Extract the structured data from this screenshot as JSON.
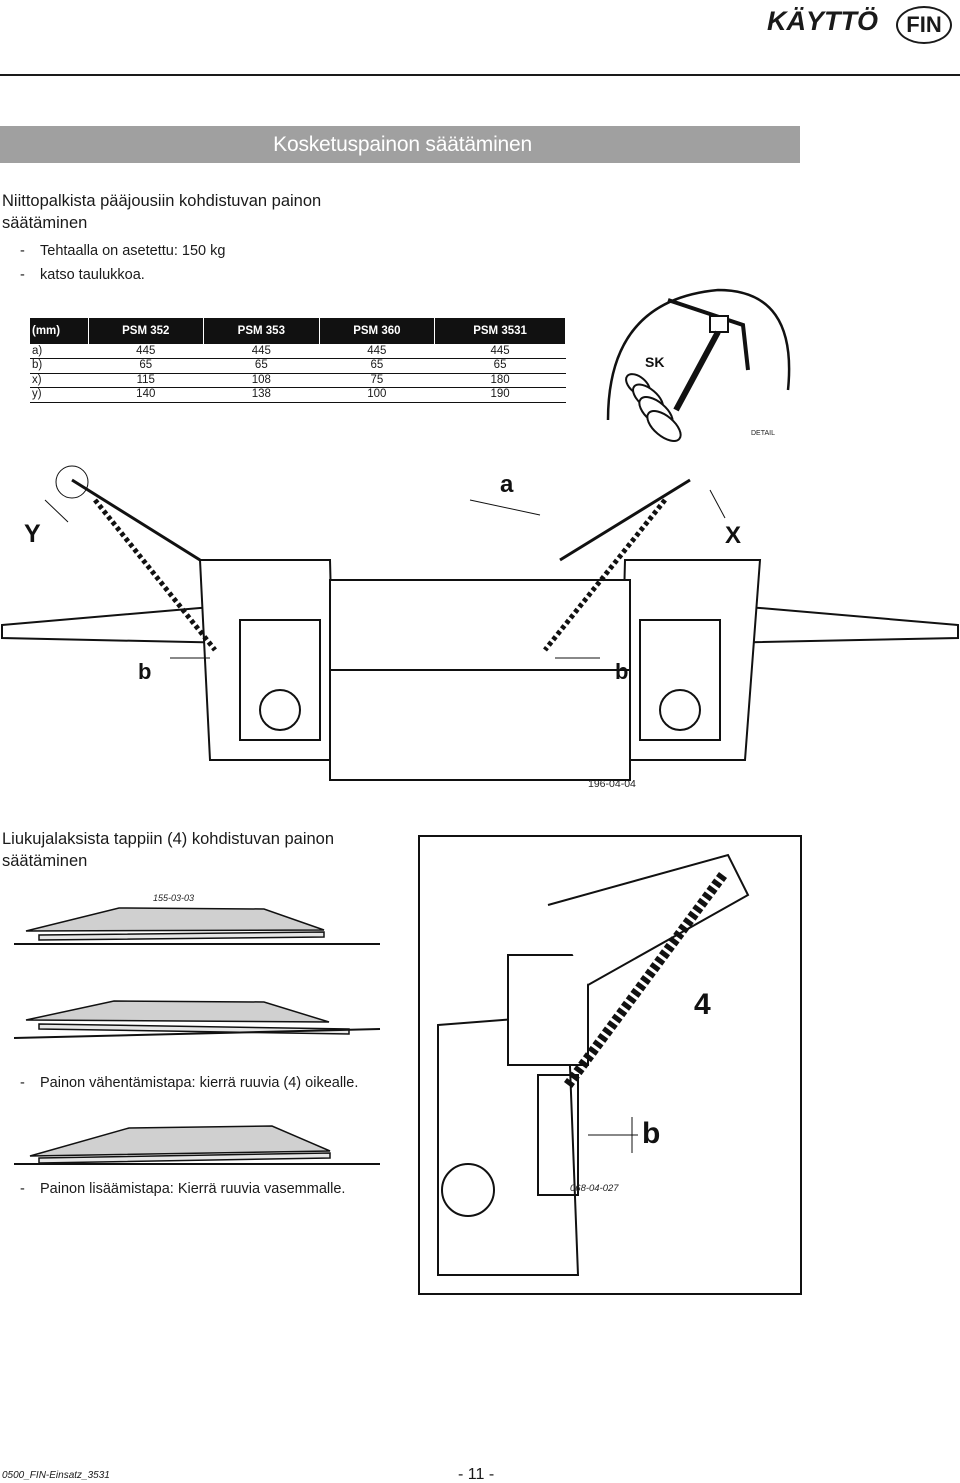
{
  "header": {
    "title": "KÄYTTÖ",
    "language": "FIN"
  },
  "section": {
    "title": "Kosketuspainon säätäminen"
  },
  "part1": {
    "heading_line1": "Niittopalkista pääjousiin kohdistuvan painon",
    "heading_line2": "säätäminen",
    "bullets": [
      "Tehtaalla on asetettu: 150 kg",
      "katso taulukkoa."
    ]
  },
  "table": {
    "headers": [
      "(mm)",
      "PSM 352",
      "PSM 353",
      "PSM 360",
      "PSM 3531"
    ],
    "rows": [
      [
        "a)",
        "445",
        "445",
        "445",
        "445"
      ],
      [
        "b)",
        "65",
        "65",
        "65",
        "65"
      ],
      [
        "x)",
        "115",
        "108",
        "75",
        "180"
      ],
      [
        "y)",
        "140",
        "138",
        "100",
        "190"
      ]
    ]
  },
  "figure1": {
    "labels": {
      "y": "Y",
      "a": "a",
      "x": "X",
      "b_left": "b",
      "b_right": "b",
      "sk": "SK",
      "detail": "DETAIL"
    },
    "code": "196-04-04"
  },
  "part2": {
    "heading_line1": "Liukujalaksista tappiin (4) kohdistuvan painon",
    "heading_line2": "säätäminen",
    "code_small": "155-03-03",
    "bullet_reduce": "Painon vähentämistapa: kierrä ruuvia (4) oikealle.",
    "bullet_increase": "Painon lisäämistapa: Kierrä ruuvia vasemmalle."
  },
  "figure2": {
    "labels": {
      "four": "4",
      "b": "b"
    },
    "code": "068-04-027"
  },
  "footer": {
    "doc_code": "0500_FIN-Einsatz_3531",
    "page": "- 11 -"
  }
}
